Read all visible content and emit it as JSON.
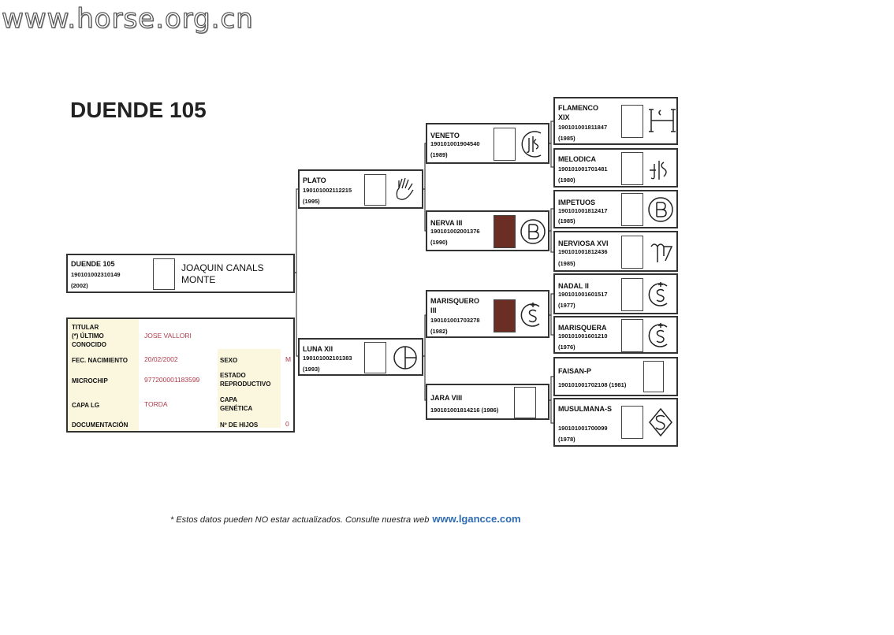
{
  "watermark": "www.horse.org.cn",
  "title": "DUENDE 105",
  "main": {
    "name": "DUENDE 105",
    "reg": "190101002310149",
    "year": "(2002)",
    "owner": "JOAQUIN CANALS MONTE"
  },
  "info": {
    "titular_label": "TITULAR\n(*) ÚLTIMO CONOCIDO",
    "titular_value": "JOSE VALLORI",
    "birth_label": "FEC. NACIMIENTO",
    "birth_value": "20/02/2002",
    "sex_label": "SEXO",
    "sex_value": "M",
    "microchip_label": "MICROCHIP",
    "microchip_value": "977200001183599",
    "repro_label": "ESTADO REPRODUCTIVO",
    "repro_value": "",
    "capa_label": "CAPA LG",
    "capa_value": "TORDA",
    "capa_gen_label": "CAPA GENÉTICA",
    "capa_gen_value": "",
    "doc_label": "DOCUMENTACIÓN",
    "doc_value": "",
    "hijos_label": "Nº DE HIJOS",
    "hijos_value": "0"
  },
  "sire": {
    "name": "PLATO",
    "reg": "190101002112215",
    "year": "(1995)",
    "brand": "hand-brand-icon"
  },
  "dam": {
    "name": "LUNA XII",
    "reg": "190101002101383",
    "year": "(1993)",
    "brand": "circle-cross-brand-icon"
  },
  "gp": {
    "veneto": {
      "name": "VENETO",
      "reg": "190101001904540",
      "year": "(1989)",
      "brand": "js-circle-brand-icon"
    },
    "nerva": {
      "name": "NERVA III",
      "reg": "190101002001376",
      "year": "(1990)",
      "brand": "b-circle-brand-icon",
      "photo": "#6b2e24"
    },
    "marisquero": {
      "name": "MARISQUERO III",
      "reg": "190101001703278",
      "year": "(1982)",
      "brand": "s-cross-brand-icon",
      "photo": "#6b2e24"
    },
    "jara": {
      "name": "JARA VIII",
      "reg_year": "190101001814216 (1986)"
    }
  },
  "ggp": {
    "flamenco": {
      "name": "FLAMENCO XIX",
      "reg": "190101001811847",
      "year": "(1985)",
      "brand": "h-brand-icon"
    },
    "melodica": {
      "name": "MELODICA",
      "reg": "190101001701481",
      "year": "(1980)",
      "brand": "js-brand-icon"
    },
    "impetuos": {
      "name": "IMPETUOS",
      "reg": "190101001812417",
      "year": "(1985)",
      "brand": "b-circle-brand-icon"
    },
    "nerviosa": {
      "name": "NERVIOSA XVI",
      "reg": "190101001812436",
      "year": "(1985)",
      "brand": "mv-brand-icon"
    },
    "nadal": {
      "name": "NADAL II",
      "reg": "190101001601517",
      "year": "(1977)",
      "brand": "s-cross-brand-icon"
    },
    "marisquera": {
      "name": "MARISQUERA",
      "reg": "190101001601210",
      "year": "(1976)",
      "brand": "s-cross-brand-icon"
    },
    "faisan": {
      "name": "FAISAN-P",
      "reg_year": "190101001702108 (1981)"
    },
    "musulmanas": {
      "name": "MUSULMANA-S",
      "reg": "190101001700099",
      "year": "(1978)",
      "brand": "s-diamond-brand-icon"
    }
  },
  "footer": {
    "text": "* Estos datos pueden NO estar actualizados. Consulte nuestra web",
    "web": "www.lgancce.com"
  }
}
